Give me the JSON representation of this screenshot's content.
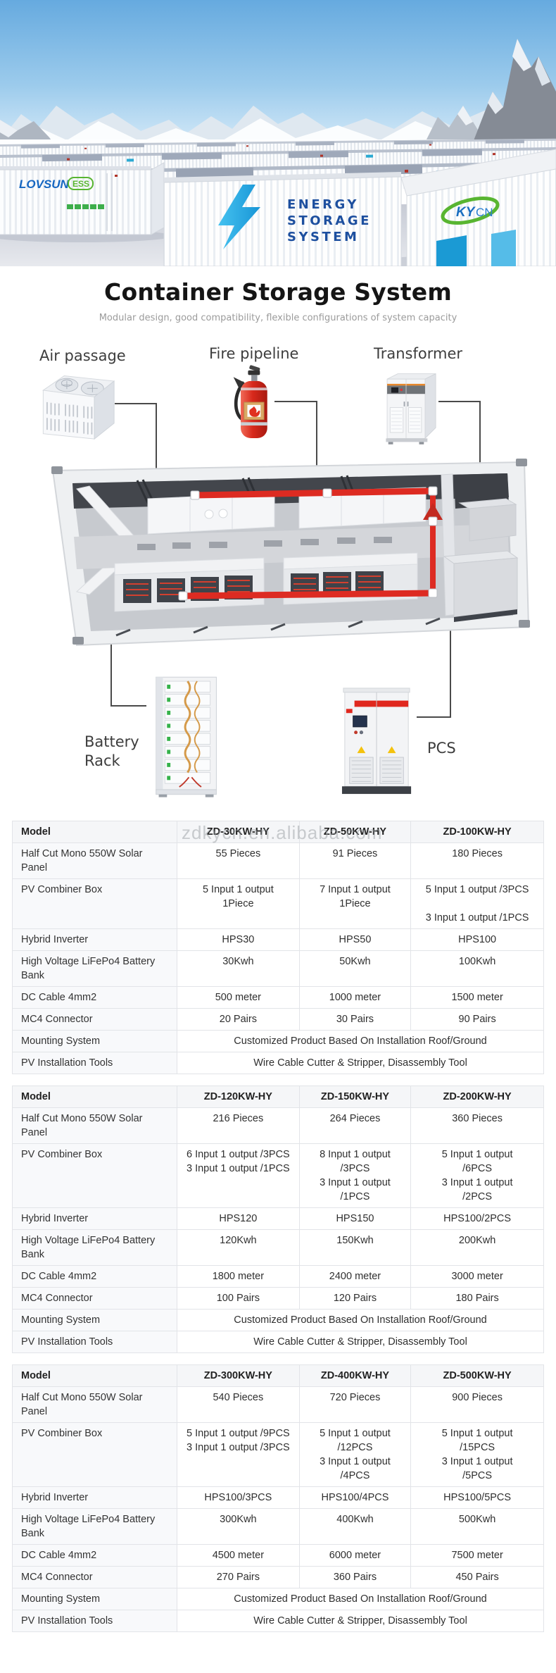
{
  "hero": {
    "ess_line1": "ENERGY",
    "ess_line2": "STORAGE",
    "ess_line3": "SYSTEM",
    "brand_left": "LOVSUN",
    "brand_left_badge": "ESS",
    "brand_right_bold": "KY",
    "brand_right_suffix": "CN",
    "colors": {
      "bolt_blue": "#2fb1e6",
      "ess_text_blue": "#1d4f9f",
      "brand_green": "#58b531",
      "brand_blue": "#1a6ec0"
    }
  },
  "header": {
    "title": "Container Storage System",
    "subtitle": "Modular design, good compatibility, flexible configurations of system capacity"
  },
  "diagram": {
    "air_passage_label": "Air passage",
    "fire_pipeline_label": "Fire pipeline",
    "transformer_label": "Transformer",
    "battery_rack_label_line1": "Battery",
    "battery_rack_label_line2": "Rack",
    "pcs_label": "PCS",
    "pipe_red": "#dd2b22"
  },
  "watermark": "zdkycn.en.alibaba.com",
  "tables": [
    {
      "model_header": "Model",
      "models": [
        "ZD-30KW-HY",
        "ZD-50KW-HY",
        "ZD-100KW-HY"
      ],
      "rows": [
        {
          "label": "Half Cut Mono 550W Solar Panel",
          "values": [
            "55 Pieces",
            "91 Pieces",
            "180 Pieces"
          ]
        },
        {
          "label": "PV Combiner Box",
          "values": [
            "5 Input 1 output 1Piece",
            "7 Input 1 output\n1Piece",
            "5 Input 1 output /3PCS\n\n3 Input 1 output /1PCS"
          ]
        },
        {
          "label": "Hybrid Inverter",
          "values": [
            "HPS30",
            "HPS50",
            "HPS100"
          ]
        },
        {
          "label": "High Voltage LiFePo4 Battery Bank",
          "values": [
            "30Kwh",
            "50Kwh",
            "100Kwh"
          ]
        },
        {
          "label": "DC Cable 4mm2",
          "values": [
            "500 meter",
            "1000 meter",
            "1500 meter"
          ]
        },
        {
          "label": "MC4 Connector",
          "values": [
            "20 Pairs",
            "30 Pairs",
            "90 Pairs"
          ]
        },
        {
          "label": "Mounting System",
          "span_value": "Customized Product Based On Installation Roof/Ground"
        },
        {
          "label": "PV Installation Tools",
          "span_value": "Wire Cable Cutter & Stripper, Disassembly Tool"
        }
      ]
    },
    {
      "model_header": "Model",
      "models": [
        "ZD-120KW-HY",
        "ZD-150KW-HY",
        "ZD-200KW-HY"
      ],
      "rows": [
        {
          "label": "Half Cut Mono 550W Solar Panel",
          "values": [
            "216 Pieces",
            "264 Pieces",
            "360 Pieces"
          ]
        },
        {
          "label": "PV Combiner Box",
          "values": [
            "6 Input 1 output /3PCS\n3 Input 1 output /1PCS",
            "8 Input 1 output /3PCS\n3 Input 1 output /1PCS",
            "5 Input 1 output\n/6PCS\n3 Input 1 output\n/2PCS"
          ]
        },
        {
          "label": "Hybrid Inverter",
          "values": [
            "HPS120",
            "HPS150",
            "HPS100/2PCS"
          ]
        },
        {
          "label": "High Voltage LiFePo4 Battery Bank",
          "values": [
            "120Kwh",
            "150Kwh",
            "200Kwh"
          ]
        },
        {
          "label": "DC Cable 4mm2",
          "values": [
            "1800 meter",
            "2400 meter",
            "3000 meter"
          ]
        },
        {
          "label": "MC4 Connector",
          "values": [
            "100 Pairs",
            "120 Pairs",
            "180 Pairs"
          ]
        },
        {
          "label": "Mounting System",
          "span_value": "Customized Product Based On Installation Roof/Ground"
        },
        {
          "label": "PV Installation Tools",
          "span_value": "Wire Cable Cutter & Stripper, Disassembly Tool"
        }
      ]
    },
    {
      "model_header": "Model",
      "models": [
        "ZD-300KW-HY",
        "ZD-400KW-HY",
        "ZD-500KW-HY"
      ],
      "rows": [
        {
          "label": "Half Cut Mono 550W Solar Panel",
          "values": [
            "540 Pieces",
            "720 Pieces",
            "900 Pieces"
          ]
        },
        {
          "label": "PV Combiner Box",
          "values": [
            "5 Input 1 output /9PCS\n3 Input 1 output /3PCS",
            "5 Input 1 output\n/12PCS\n3 Input 1 output\n/4PCS",
            "5 Input 1 output\n/15PCS\n3 Input 1 output\n/5PCS"
          ]
        },
        {
          "label": "Hybrid Inverter",
          "values": [
            "HPS100/3PCS",
            "HPS100/4PCS",
            "HPS100/5PCS"
          ]
        },
        {
          "label": "High Voltage LiFePo4 Battery Bank",
          "values": [
            "300Kwh",
            "400Kwh",
            "500Kwh"
          ]
        },
        {
          "label": "DC Cable 4mm2",
          "values": [
            "4500 meter",
            "6000 meter",
            "7500 meter"
          ]
        },
        {
          "label": "MC4 Connector",
          "values": [
            "270 Pairs",
            "360 Pairs",
            "450 Pairs"
          ]
        },
        {
          "label": "Mounting System",
          "span_value": "Customized Product Based On Installation Roof/Ground"
        },
        {
          "label": "PV Installation Tools",
          "span_value": "Wire Cable Cutter & Stripper, Disassembly Tool"
        }
      ]
    }
  ]
}
